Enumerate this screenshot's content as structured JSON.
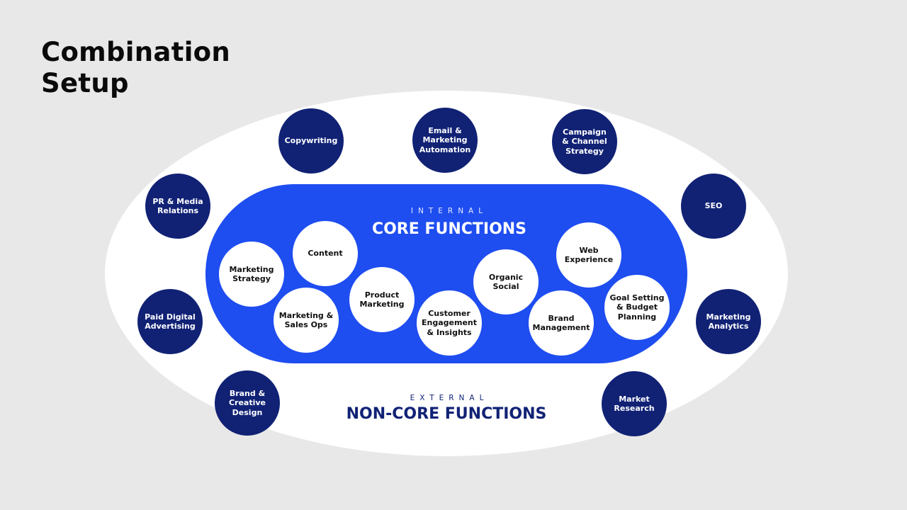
{
  "title": {
    "line1": "Combination",
    "line2": "Setup"
  },
  "colors": {
    "background": "#e8e8e8",
    "outer_region": "#ffffff",
    "core_region": "#1e4df0",
    "external_node": "#112275",
    "core_node": "#ffffff"
  },
  "internal": {
    "eyebrow": "INTERNAL",
    "heading": "CORE FUNCTIONS",
    "nodes": [
      {
        "label": "Marketing\nStrategy"
      },
      {
        "label": "Content"
      },
      {
        "label": "Marketing &\nSales Ops"
      },
      {
        "label": "Product\nMarketing"
      },
      {
        "label": "Customer\nEngagement\n& Insights"
      },
      {
        "label": "Organic\nSocial"
      },
      {
        "label": "Brand\nManagement"
      },
      {
        "label": "Web\nExperience"
      },
      {
        "label": "Goal Setting\n& Budget\nPlanning"
      }
    ]
  },
  "external": {
    "eyebrow": "EXTERNAL",
    "heading": "NON-CORE FUNCTIONS",
    "nodes": [
      {
        "label": "Copywriting"
      },
      {
        "label": "Email &\nMarketing\nAutomation"
      },
      {
        "label": "Campaign\n& Channel\nStrategy"
      },
      {
        "label": "PR & Media\nRelations"
      },
      {
        "label": "SEO"
      },
      {
        "label": "Paid Digital\nAdvertising"
      },
      {
        "label": "Marketing\nAnalytics"
      },
      {
        "label": "Brand &\nCreative\nDesign"
      },
      {
        "label": "Market\nResearch"
      }
    ]
  }
}
